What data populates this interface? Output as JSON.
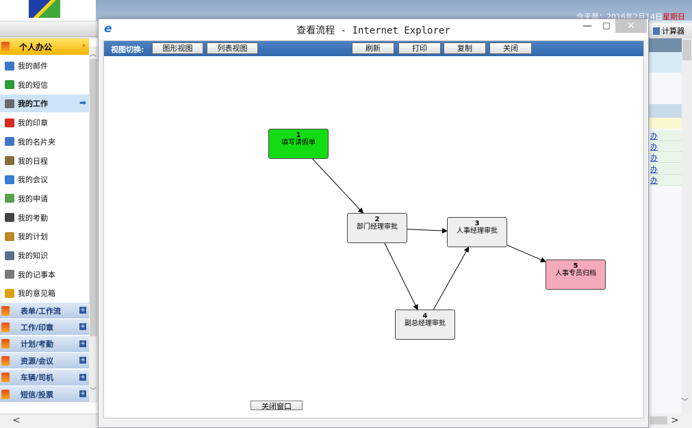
{
  "header": {
    "date_text": "今天是：2016年2月14日",
    "weekday": "星期日"
  },
  "sidebar": {
    "open_group": "个人办公",
    "items": [
      {
        "label": "我的邮件",
        "icon": "mail-icon",
        "color": "#3c79c8"
      },
      {
        "label": "我的短信",
        "icon": "sms-icon",
        "color": "#2f9b3a"
      },
      {
        "label": "我的工作",
        "icon": "work-icon",
        "color": "#6b6b6b",
        "active": true
      },
      {
        "label": "我的印章",
        "icon": "seal-pen-icon",
        "color": "#d62b1f"
      },
      {
        "label": "我的名片夹",
        "icon": "card-icon",
        "color": "#4477c9"
      },
      {
        "label": "我的日程",
        "icon": "calendar-icon",
        "color": "#8a6d3b"
      },
      {
        "label": "我的会议",
        "icon": "meeting-icon",
        "color": "#3a7bd5"
      },
      {
        "label": "我的申请",
        "icon": "apply-icon",
        "color": "#5aa04a"
      },
      {
        "label": "我的考勤",
        "icon": "attendance-icon",
        "color": "#444444"
      },
      {
        "label": "我的计划",
        "icon": "plan-icon",
        "color": "#b88a2c"
      },
      {
        "label": "我的知识",
        "icon": "knowledge-icon",
        "color": "#5d6f8c"
      },
      {
        "label": "我的记事本",
        "icon": "notebook-icon",
        "color": "#7a7a7a"
      },
      {
        "label": "我的意见箱",
        "icon": "opinion-icon",
        "color": "#e0a010"
      }
    ],
    "groups": [
      "表单/工作流",
      "工作/印章",
      "计划/考勤",
      "资源/会议",
      "车辆/司机",
      "短信/投票"
    ]
  },
  "right_panel": {
    "tab_label": "计算器",
    "links": [
      "办",
      "办",
      "办",
      "办",
      "办"
    ]
  },
  "popup": {
    "title": "查看流程 - Internet Explorer",
    "toolbar": {
      "view_switch_label": "视图切换:",
      "graph_view": "图形视图",
      "list_view": "列表视图",
      "refresh": "刷新",
      "print": "打印",
      "copy": "复制",
      "close": "关闭"
    },
    "flow": {
      "nodes": [
        {
          "num": "1",
          "label": "填写请假单",
          "color": "#14dc14"
        },
        {
          "num": "2",
          "label": "部门经理审批",
          "color": "#eeeeee"
        },
        {
          "num": "3",
          "label": "人事经理审批",
          "color": "#eeeeee"
        },
        {
          "num": "4",
          "label": "副总经理审批",
          "color": "#eeeeee"
        },
        {
          "num": "5",
          "label": "人事专员归档",
          "color": "#f4aabb"
        }
      ],
      "edges": [
        [
          "1",
          "2"
        ],
        [
          "2",
          "3"
        ],
        [
          "2",
          "4"
        ],
        [
          "4",
          "3"
        ],
        [
          "3",
          "5"
        ]
      ]
    },
    "footer_button": "关闭窗口"
  },
  "colors": {
    "toolbar_blue": "#3a72b5",
    "active_menu": "#cfe3f7",
    "weekday_red": "#d40000"
  }
}
